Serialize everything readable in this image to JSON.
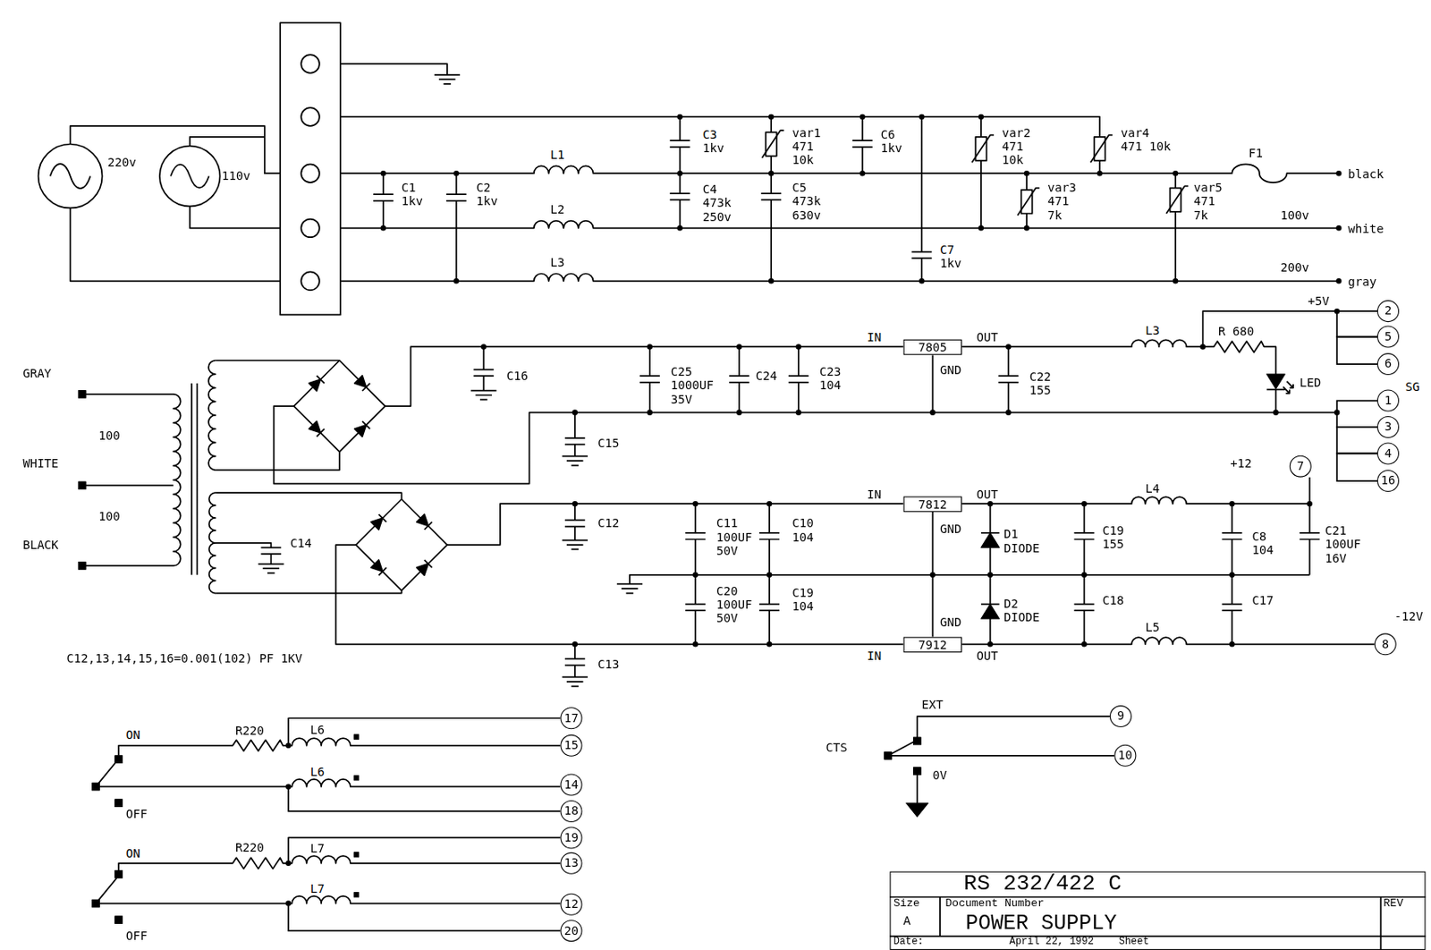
{
  "diagram": {
    "nodes": [
      {
        "text": [
          "2"
        ]
      },
      {
        "text": [
          "5"
        ]
      },
      {
        "text": [
          "6"
        ]
      },
      {
        "text": [
          "7805"
        ]
      },
      {
        "text": [
          "1"
        ]
      },
      {
        "text": [
          "3"
        ]
      },
      {
        "text": [
          "4"
        ]
      },
      {
        "text": [
          "16"
        ]
      },
      {
        "text": [
          "7"
        ]
      },
      {
        "text": [
          "7812"
        ]
      },
      {
        "text": [
          "8"
        ]
      },
      {
        "text": [
          "7912"
        ]
      },
      {
        "text": [
          "9"
        ]
      },
      {
        "text": [
          "10"
        ]
      },
      {
        "text": [
          "17"
        ]
      },
      {
        "text": [
          "15"
        ]
      },
      {
        "text": [
          "14"
        ]
      },
      {
        "text": [
          "18"
        ]
      },
      {
        "text": [
          "19"
        ]
      },
      {
        "text": [
          "13"
        ]
      },
      {
        "text": [
          "12"
        ]
      },
      {
        "text": [
          "20"
        ]
      },
      {
        "text": [
          "RS 232/422 C",
          "Size",
          "Document Number",
          "REV",
          "A",
          "POWER SUPPLY",
          "Date:",
          "April 22, 1992",
          "Sheet"
        ]
      }
    ],
    "edges": [
      {
        "from": 0,
        "to": 1,
        "arrow": "none"
      },
      {
        "from": 1,
        "to": 2,
        "arrow": "none"
      },
      {
        "from": 4,
        "to": 5,
        "arrow": "none"
      },
      {
        "from": 5,
        "to": 6,
        "arrow": "none"
      },
      {
        "from": 6,
        "to": 7,
        "arrow": "none"
      }
    ],
    "labels": [
      "220v",
      "110v",
      "C1",
      "1kv",
      "C2",
      "1kv",
      "L1",
      "L2",
      "L3",
      "C3",
      "1kv",
      "C4",
      "473k",
      "250v",
      "var1",
      "471",
      "10k",
      "C5",
      "473k",
      "630v",
      "C6",
      "1kv",
      "C7",
      "1kv",
      "var2",
      "471",
      "10k",
      "var3",
      "471",
      "7k",
      "var4",
      "471 10k",
      "var5",
      "471",
      "7k",
      "F1",
      "black",
      "100v",
      "white",
      "200v",
      "gray",
      "GRAY",
      "100",
      "WHITE",
      "100",
      "BLACK",
      "C16",
      "C25",
      "1000UF",
      "35V",
      "C24",
      "C23",
      "104",
      "IN",
      "OUT",
      "GND",
      "C22",
      "155",
      "L3",
      "R 680",
      "+5V",
      "LED",
      "SG",
      "C15",
      "+12",
      "C14",
      "C12",
      "C11",
      "100UF",
      "50V",
      "C10",
      "104",
      "IN",
      "OUT",
      "GND",
      "D1",
      "DIODE",
      "C19",
      "155",
      "L4",
      "C8",
      "104",
      "C21",
      "100UF",
      "16V",
      "C20",
      "100UF",
      "50V",
      "C19",
      "104",
      "D2",
      "DIODE",
      "C18",
      "C17",
      "GND",
      "IN",
      "OUT",
      "L5",
      "-12V",
      "C13",
      "C12,13,14,15,16=0.001(102) PF 1KV",
      "ON",
      "R220",
      "L6",
      "OFF",
      "L6",
      "ON",
      "R220",
      "L7",
      "OFF",
      "L7",
      "EXT",
      "CTS",
      "0V"
    ]
  }
}
